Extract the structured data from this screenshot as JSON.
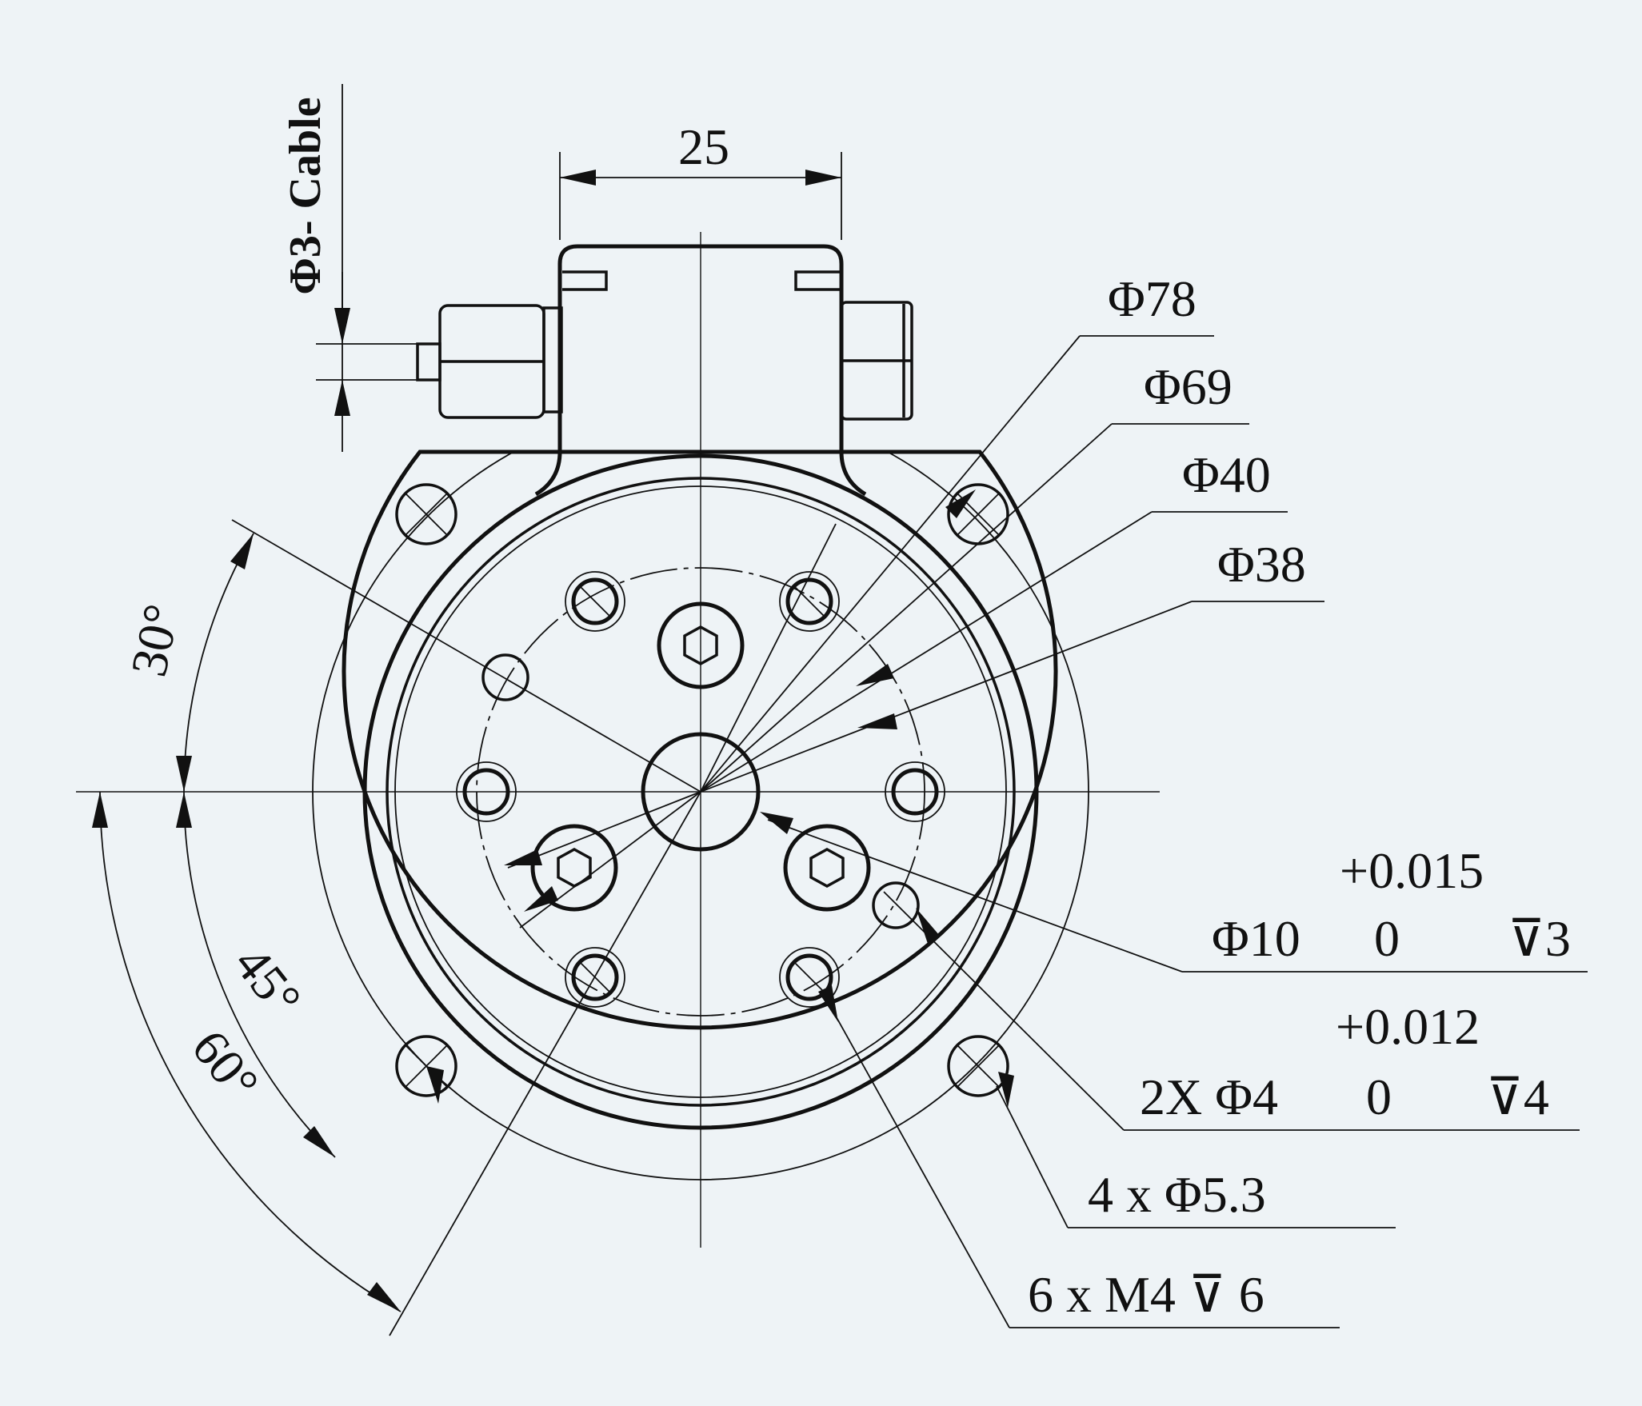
{
  "drawing": {
    "cable_label": "Φ3- Cable",
    "width_dim": "25",
    "dia_78": "Φ78",
    "dia_69": "Φ69",
    "dia_40": "Φ40",
    "dia_38": "Φ38",
    "pin_tol_upper": "+0.015",
    "pin_spec": "Φ10",
    "pin_tol_lower": "0",
    "pin_depth": "⊽3",
    "hole_tol_upper": "+0.012",
    "hole_spec": "2X Φ4",
    "hole_tol_lower": "0",
    "hole_depth": "⊽4",
    "mount_holes": "4 x Φ5.3",
    "thread_holes": "6 x M4 ⊽ 6",
    "angle_30": "30°",
    "angle_45": "45°",
    "angle_60": "60°"
  },
  "colors": {
    "background": "#eef3f6",
    "line": "#111111"
  }
}
